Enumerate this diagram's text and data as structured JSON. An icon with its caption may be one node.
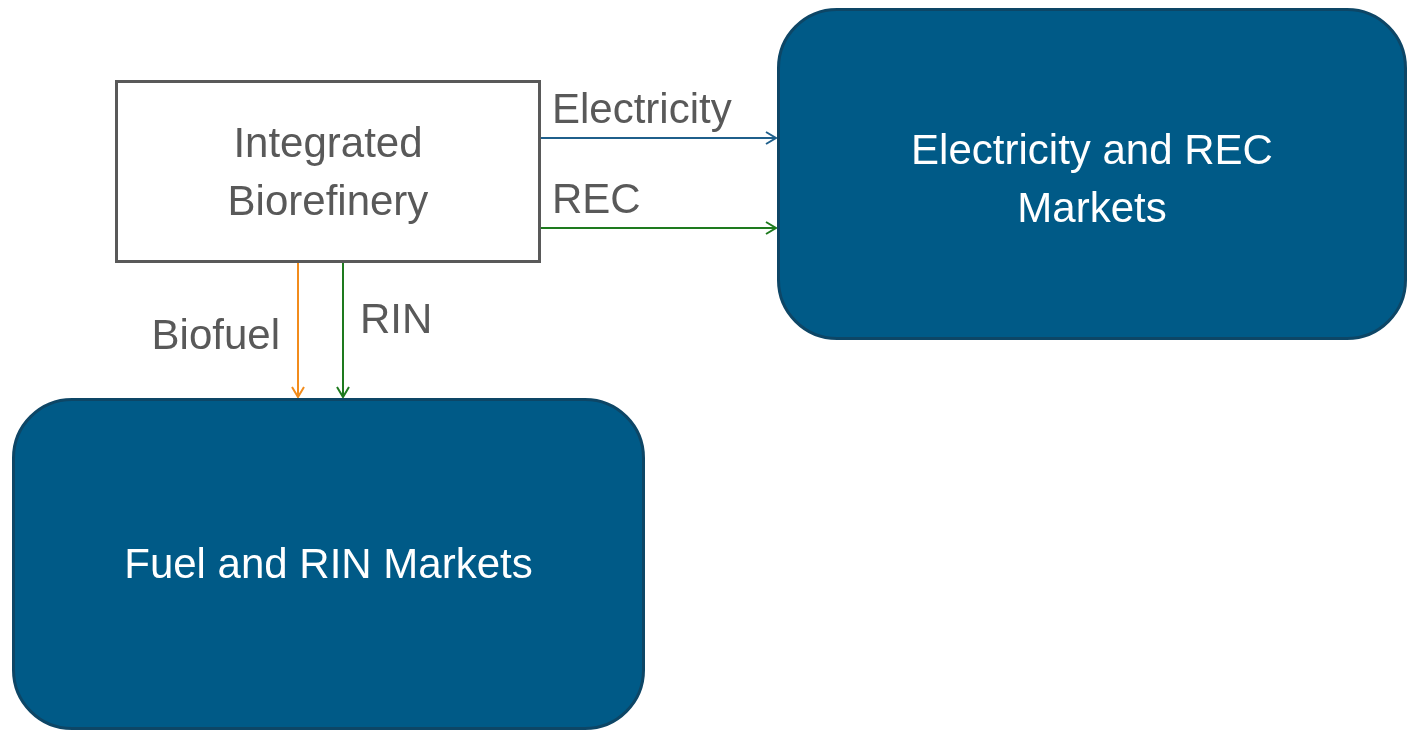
{
  "diagram": {
    "nodes": [
      {
        "text": [
          "Integrated Biorefinery"
        ]
      },
      {
        "text": [
          "Electricity and REC Markets"
        ]
      },
      {
        "text": [
          "Fuel and RIN Markets"
        ]
      }
    ],
    "edges": [
      {
        "from": 0,
        "to": 1,
        "arrow": "to",
        "label": "Electricity",
        "color": "#1f5f8b"
      },
      {
        "from": 0,
        "to": 1,
        "arrow": "to",
        "label": "REC",
        "color": "#1e7a1e"
      },
      {
        "from": 0,
        "to": 2,
        "arrow": "to",
        "label": "Biofuel",
        "color": "#f28c1c"
      },
      {
        "from": 0,
        "to": 2,
        "arrow": "to",
        "label": "RIN",
        "color": "#1e7a1e"
      }
    ]
  }
}
